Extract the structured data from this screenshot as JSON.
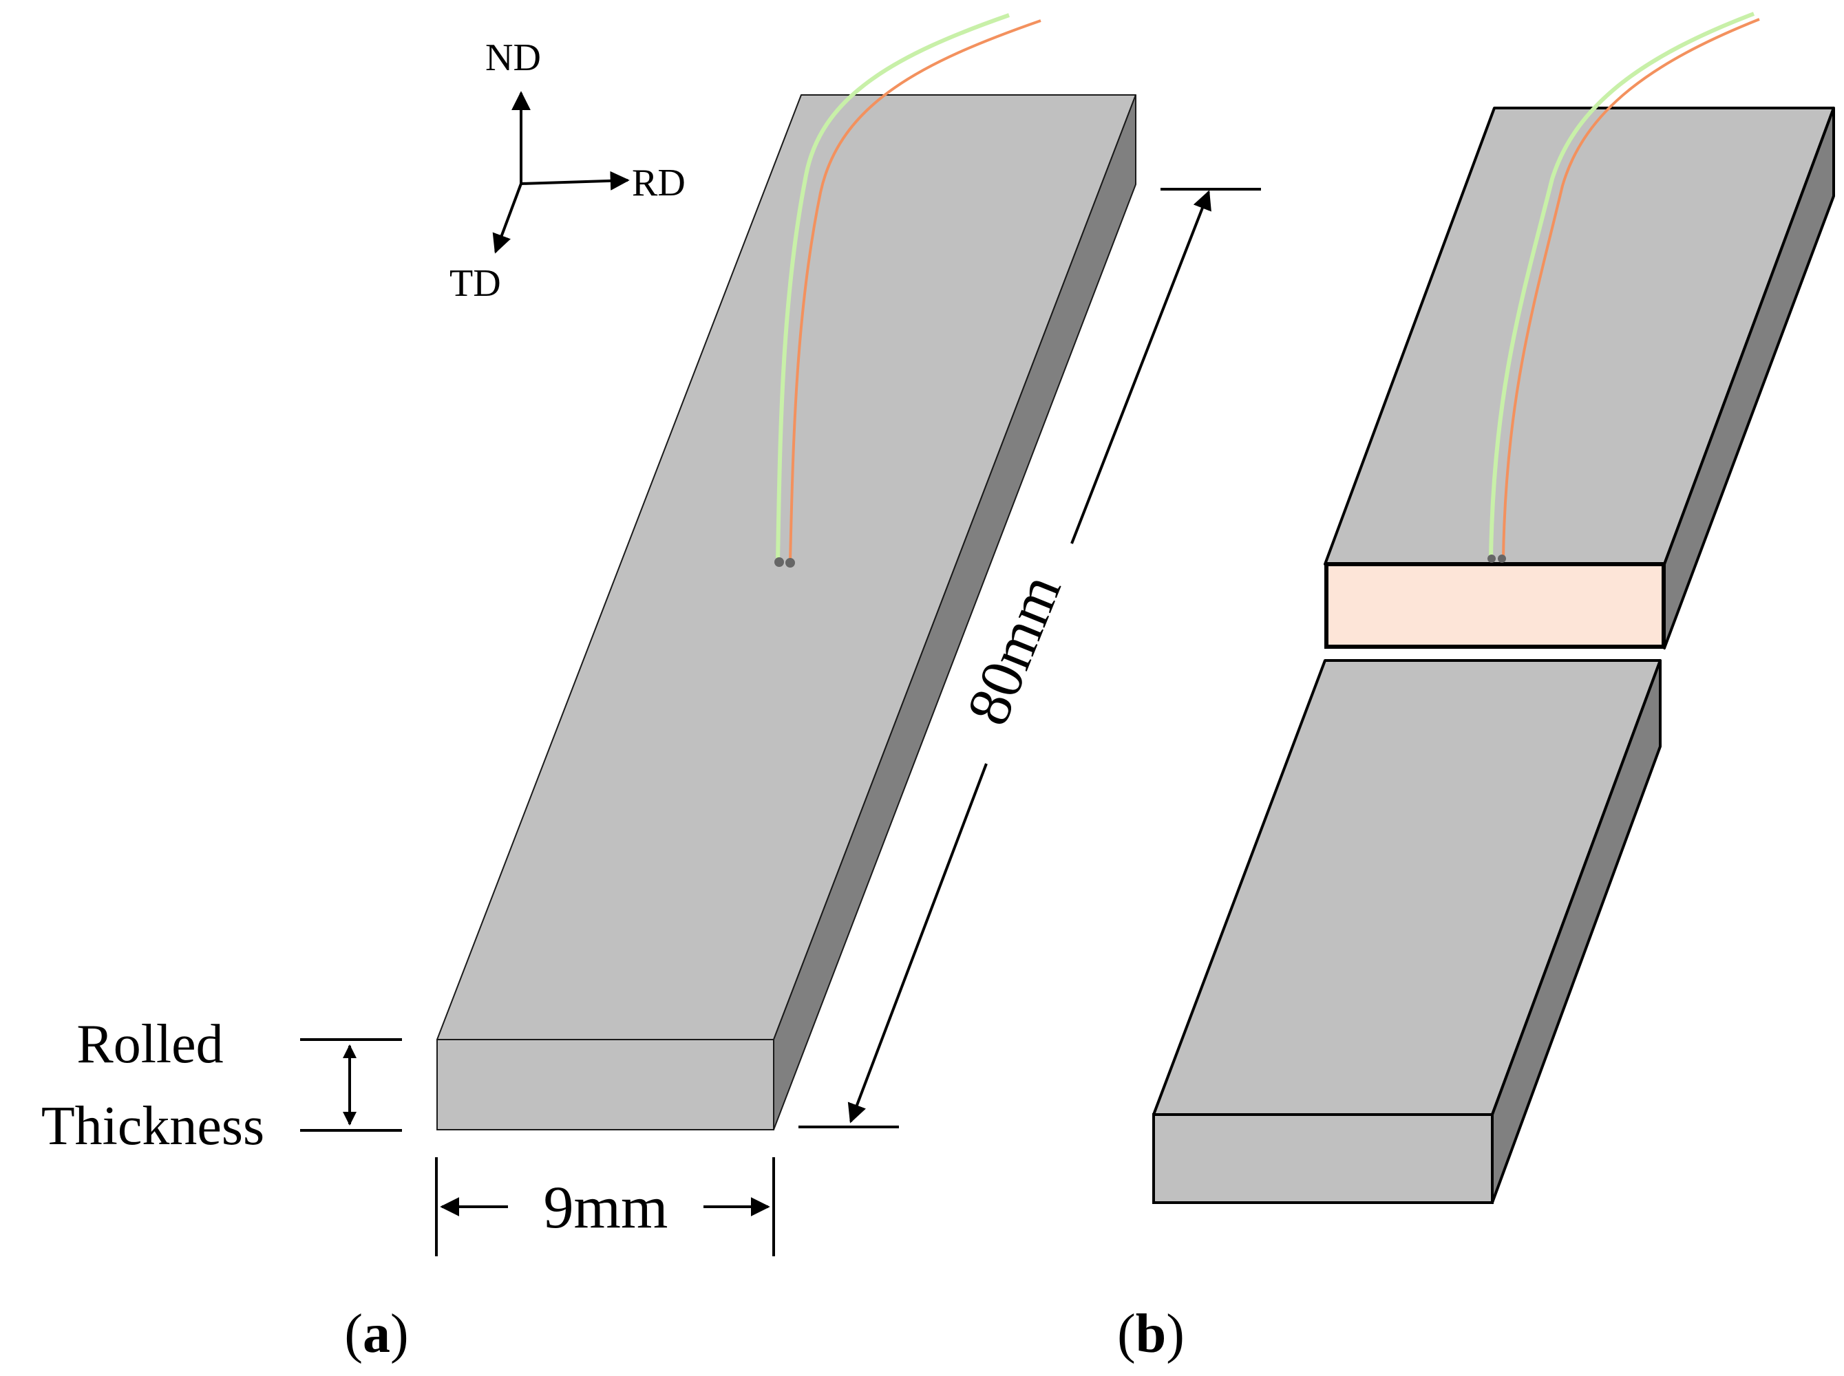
{
  "axes": {
    "nd": "ND",
    "rd": "RD",
    "td": "TD"
  },
  "dimensions": {
    "length": "80mm",
    "width": "9mm",
    "thickness_line1": "Rolled",
    "thickness_line2": "Thickness"
  },
  "panels": {
    "a": {
      "open": "(",
      "letter": "a",
      "close": ")"
    },
    "b": {
      "open": "(",
      "letter": "b",
      "close": ")"
    }
  },
  "colors": {
    "top_face": "#c0c0c0",
    "side_face": "#808080",
    "section_face": "#fde5d8",
    "wire_green": "#c8f0a8",
    "wire_orange": "#f3915e"
  }
}
